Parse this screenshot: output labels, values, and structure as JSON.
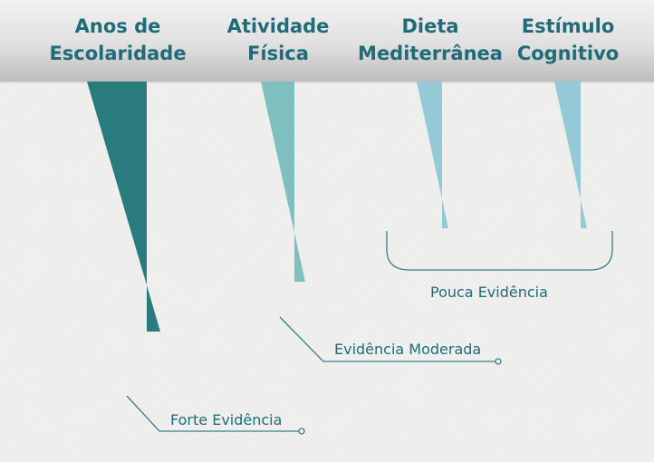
{
  "header": {
    "columns": [
      {
        "line1": "Anos de",
        "line2": "Escolaridade"
      },
      {
        "line1": "Atividade",
        "line2": "Física"
      },
      {
        "line1": "Dieta",
        "line2": "Mediterrânea"
      },
      {
        "line1": "Estímulo",
        "line2": "Cognitivo"
      }
    ]
  },
  "evidence_levels": {
    "strong": "Forte Evidência",
    "moderate": "Evidência Moderada",
    "weak": "Pouca Evidência"
  },
  "colors": {
    "title_text": "#1f6b77",
    "arrow_strong": "#2a7b7e",
    "arrow_moderate": "#7fbfbf",
    "arrow_weak": "#94c9d8",
    "callout_line": "#3a7f8c"
  }
}
